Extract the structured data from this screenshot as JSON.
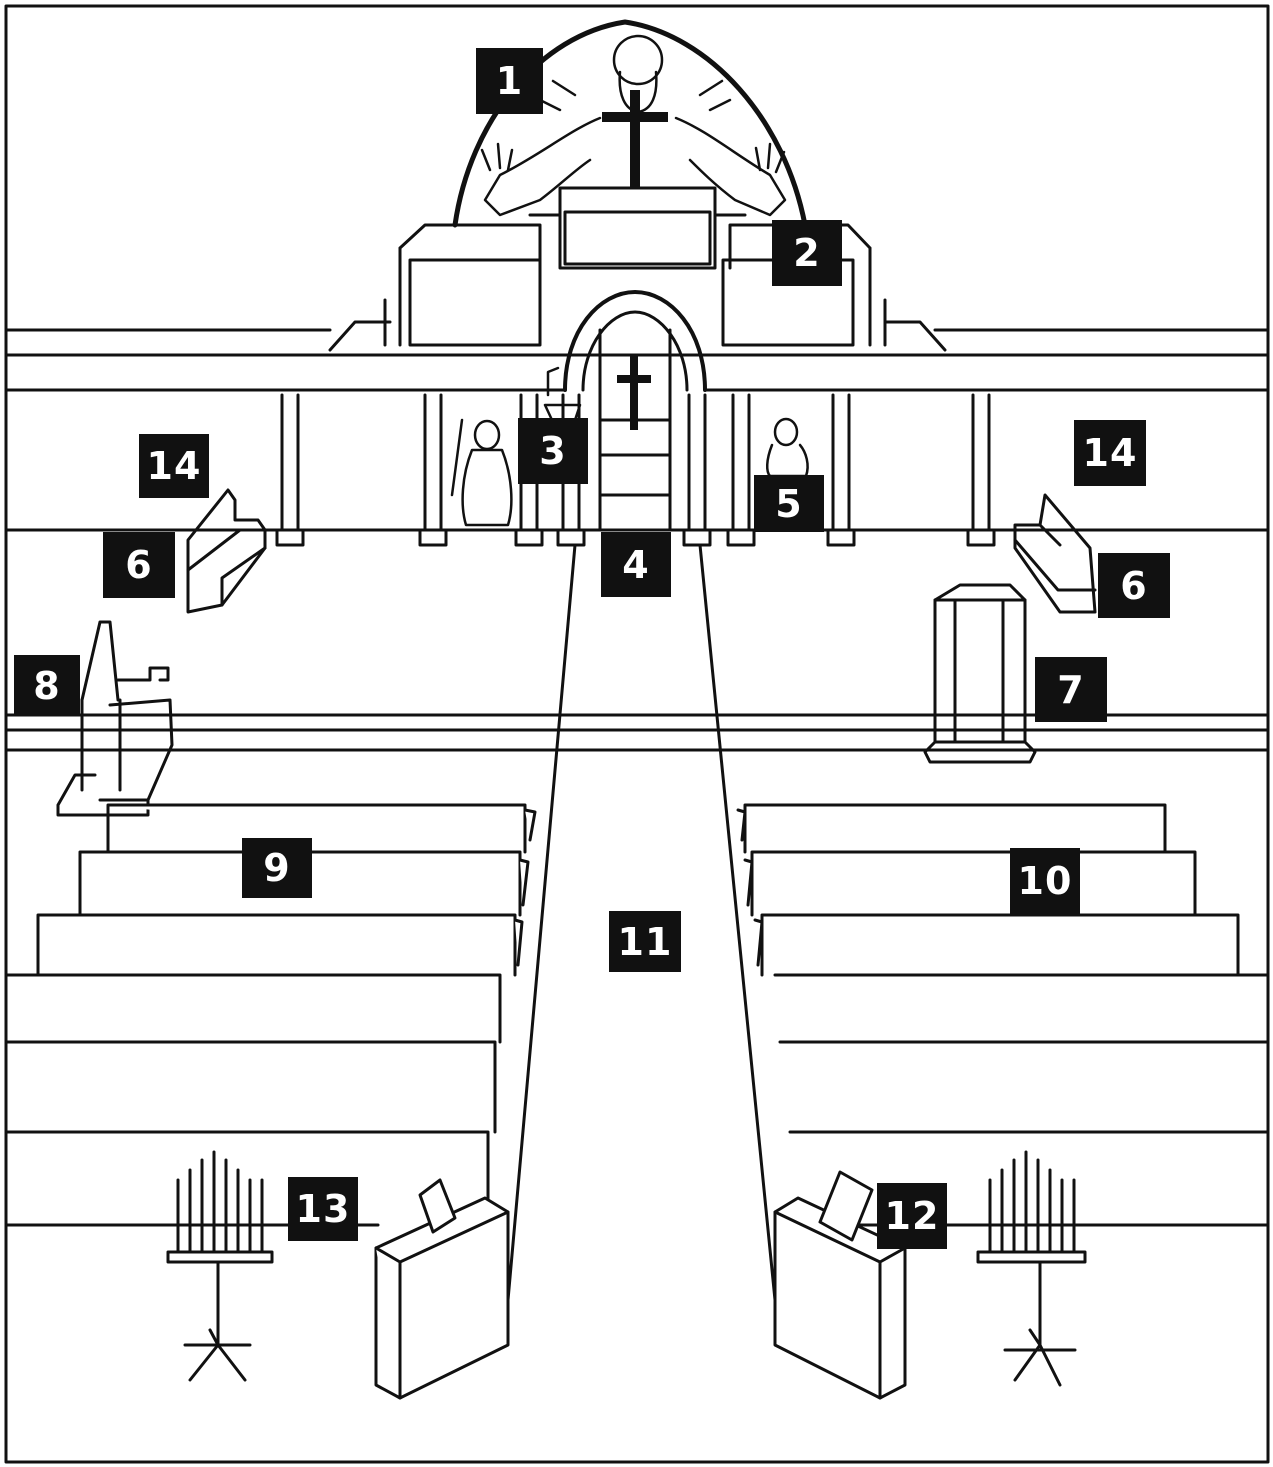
{
  "labels": {
    "n1": "1",
    "n2": "2",
    "n3": "3",
    "n4": "4",
    "n5": "5",
    "n6_left": "6",
    "n6_right": "6",
    "n7": "7",
    "n8": "8",
    "n9": "9",
    "n10": "10",
    "n11": "11",
    "n12": "12",
    "n13": "13",
    "n14_left": "14",
    "n14_right": "14"
  },
  "colors": {
    "line": "#111111",
    "label_bg": "#111111",
    "label_text": "#ffffff",
    "background": "#ffffff"
  }
}
